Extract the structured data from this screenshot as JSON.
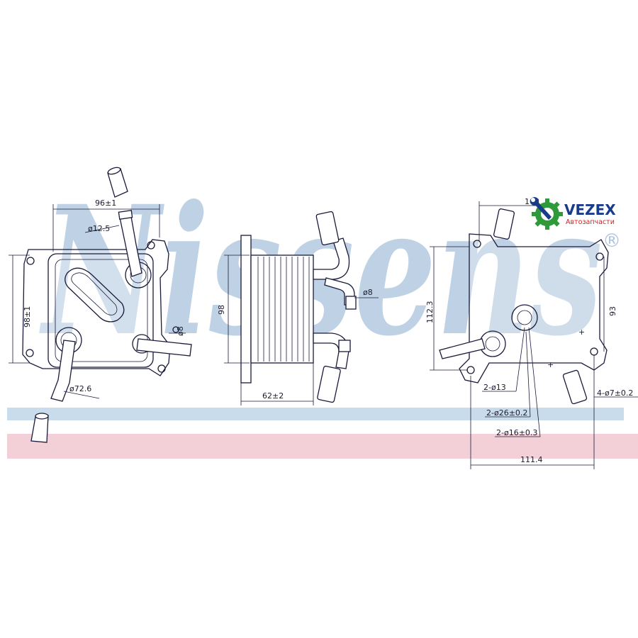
{
  "watermark": {
    "text": "Nissens",
    "registered": "®",
    "color": "#a9c3dc",
    "band_blue": "#c9dcec",
    "band_pink": "#f3d0d8"
  },
  "logo": {
    "name": "VEZEX",
    "subtitle": "Автозапчасти",
    "name_color": "#1a3a8a",
    "accent_color": "#2e9a3a",
    "sub_color": "#d02020",
    "icon": "wrench-gear-icon"
  },
  "front_view": {
    "dims": {
      "top_width": "96±1",
      "left_height": "98±1",
      "top_pipe": "ø12.5",
      "right_pipe": "ø8",
      "bottom_pipe": "ø72.6"
    }
  },
  "side_view": {
    "dims": {
      "height": "98",
      "depth": "62±2",
      "pipe": "ø8"
    }
  },
  "back_view": {
    "dims": {
      "top_offset": "103",
      "height": "112.3",
      "right_height": "93",
      "width": "111.4",
      "hole_a": "2-ø13",
      "hole_b": "2-ø26±0.2",
      "hole_c": "2-ø16±0.3",
      "mount_holes": "4-ø7±0.2"
    }
  }
}
